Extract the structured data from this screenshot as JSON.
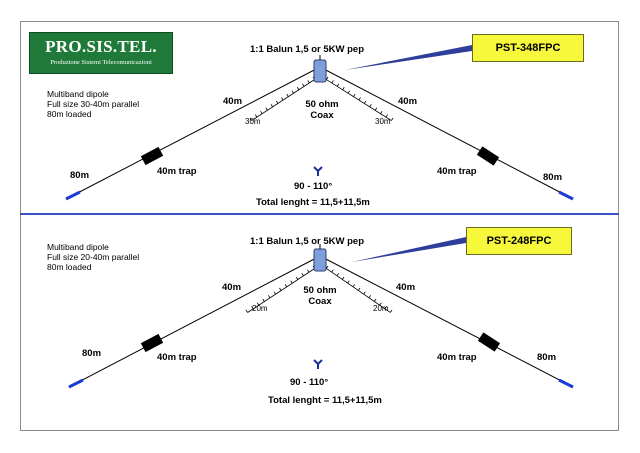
{
  "logo": {
    "brand": "PRO.SIS.TEL.",
    "tagline": "Produzione Sistemi Telecomunicazioni"
  },
  "colors": {
    "logo_bg": "#1f7a3a",
    "callout_bg": "#f7f73c",
    "divider": "#3b52c4",
    "element_end": "#1a3bd6",
    "trap": "#000000",
    "balun": "#7f9fd8"
  },
  "diagrams": [
    {
      "model": "PST-348FPC",
      "balun": "1:1  Balun 1,5 or 5KW pep",
      "description": [
        "Multiband dipole",
        "Full size 30-40m parallel",
        "80m loaded"
      ],
      "left_top": "40m",
      "right_top": "40m",
      "left_parallel": "30m",
      "right_parallel": "30m",
      "coax_line1": "50 ohm",
      "coax_line2": "Coax",
      "left_trap": "40m trap",
      "right_trap": "40m trap",
      "left_end": "80m",
      "right_end": "80m",
      "angle": "90 - 110°",
      "total": "Total lenght = 11,5+11,5m"
    },
    {
      "model": "PST-248FPC",
      "balun": "1:1  Balun 1,5 or 5KW pep",
      "description": [
        "Multiband dipole",
        "Full size 20-40m parallel",
        "80m loaded"
      ],
      "left_top": "40m",
      "right_top": "40m",
      "left_parallel": "20m",
      "right_parallel": "20m",
      "coax_line1": "50 ohm",
      "coax_line2": "Coax",
      "left_trap": "40m trap",
      "right_trap": "40m trap",
      "left_end": "80m",
      "right_end": "80m",
      "angle": "90 - 110°",
      "total": "Total lenght = 11,5+11,5m"
    }
  ]
}
